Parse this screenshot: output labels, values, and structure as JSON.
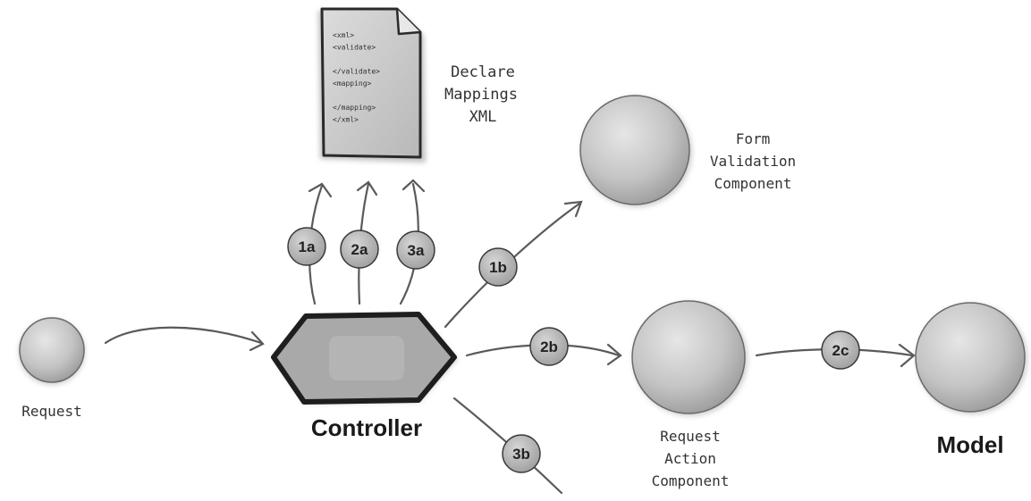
{
  "nodes": {
    "request": {
      "label": "Request"
    },
    "controller": {
      "label": "Controller"
    },
    "xml_doc": {
      "label_lines": [
        "Declare",
        "Mappings",
        "XML"
      ],
      "content_lines": [
        "<xml>",
        "<validate>",
        "",
        "</validate>",
        "<mapping>",
        "",
        "</mapping>",
        "</xml>"
      ]
    },
    "form_validation": {
      "label_lines": [
        "Form",
        "Validation",
        "Component"
      ]
    },
    "request_action": {
      "label_lines": [
        "Request",
        "Action",
        "Component"
      ]
    },
    "model": {
      "label": "Model"
    }
  },
  "steps": [
    "1a",
    "2a",
    "3a",
    "1b",
    "2b",
    "2c",
    "3b"
  ]
}
